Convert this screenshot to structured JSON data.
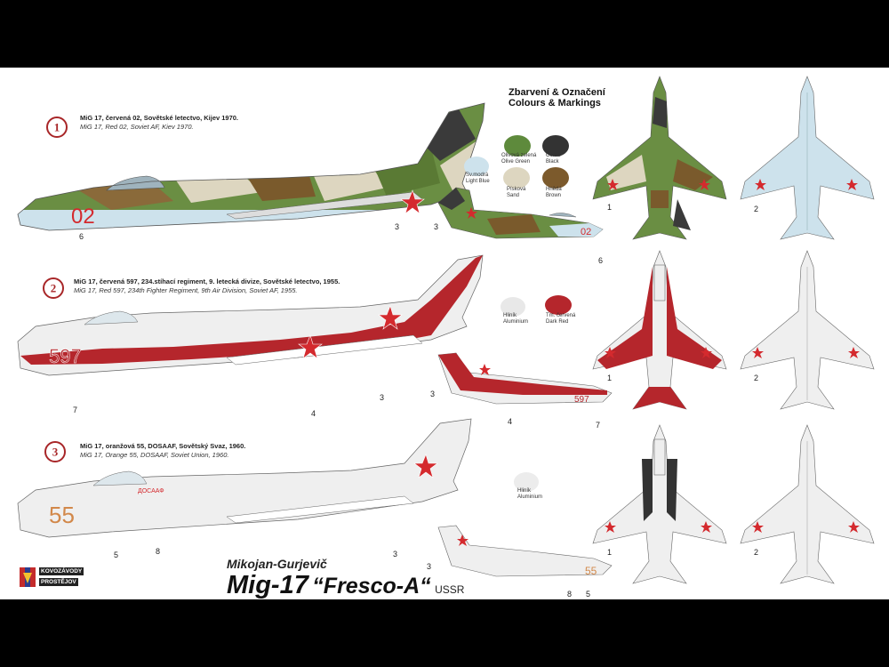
{
  "legend": {
    "title_line1": "Zbarvení & Označení",
    "title_line2": "Colours & Markings"
  },
  "schemes": [
    {
      "number": "1",
      "caption_cz": "MiG 17, červená 02, Sovětské letectvo, Kijev 1970.",
      "caption_en": "MiG 17, Red 02, Soviet AF, Kiev 1970.",
      "code": "02",
      "code_small": "02"
    },
    {
      "number": "2",
      "caption_cz": "MiG 17, červená 597, 234.stíhací regiment, 9. letecká divize, Sovětské letectvo,  1955.",
      "caption_en": "MiG 17, Red 597, 234th Fighter Regiment, 9th Air Division, Soviet AF,  1955.",
      "code": "597",
      "code_small": "597"
    },
    {
      "number": "3",
      "caption_cz": "MiG 17, oranžová 55, DOSAAF, Sovětský Svaz, 1960.",
      "caption_en": "MiG 17, Orange 55, DOSAAF, Soviet Union, 1960.",
      "code": "55",
      "code_small": "55",
      "fin_text": "ДОСААФ"
    }
  ],
  "swatches": {
    "olive": {
      "label_cz": "Olivová zelená",
      "label_en": "Olive Green",
      "color": "#5e8a3c"
    },
    "black": {
      "label_cz": "Černá",
      "label_en": "Black",
      "color": "#333333"
    },
    "lightblue": {
      "label_cz": "Sv.modrá",
      "label_en": "Light Blue",
      "color": "#cde2ec"
    },
    "sand": {
      "label_cz": "Písková",
      "label_en": "Sand",
      "color": "#ddd6c0"
    },
    "brown": {
      "label_cz": "Hnědá",
      "label_en": "Brown",
      "color": "#7c5a2c"
    },
    "alu1": {
      "label_cz": "Hliník",
      "label_en": "Aluminium",
      "color": "#e8e8e8"
    },
    "darkred": {
      "label_cz": "Tm. červená",
      "label_en": "Dark Red",
      "color": "#b5262c"
    },
    "alu2": {
      "label_cz": "Hliník",
      "label_en": "Aluminium",
      "color": "#ececec"
    }
  },
  "callouts": {
    "s1_side_3": "3",
    "s1_side_6": "6",
    "s1_small_3": "3",
    "s1_small_6": "6",
    "s1_top_1": "1",
    "s1_bottom_2": "2",
    "s2_side_7": "7",
    "s2_side_4": "4",
    "s2_side_3": "3",
    "s2_small_3": "3",
    "s2_small_4": "4",
    "s2_small_7": "7",
    "s2_top_1": "1",
    "s2_bottom_2": "2",
    "s3_side_5": "5",
    "s3_side_8": "8",
    "s3_side_3": "3",
    "s3_small_3": "3",
    "s3_small_8": "8",
    "s3_small_5": "5",
    "s3_top_1": "1",
    "s3_bottom_2": "2"
  },
  "title": {
    "designer": "Mikojan-Gurjevič",
    "model": "Mig-17",
    "name": "“Fresco-A“",
    "country": "USSR"
  },
  "logo": {
    "line1": "KOVOZÁVODY",
    "line2": "PROSTĚJOV"
  },
  "colors": {
    "red_star": "#d42a2e",
    "dark_red": "#b5262c",
    "orange_code": "#d2884a",
    "light_blue": "#cde2ec"
  }
}
